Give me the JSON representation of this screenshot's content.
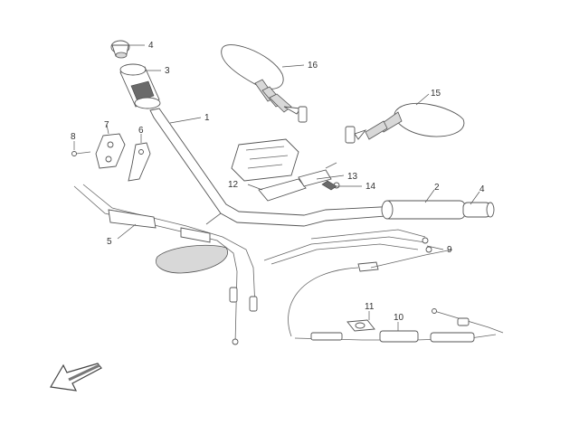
{
  "diagram": {
    "callouts": [
      "4",
      "3",
      "16",
      "1",
      "15",
      "7",
      "6",
      "8",
      "13",
      "12",
      "14",
      "2",
      "4",
      "5",
      "9",
      "11",
      "10"
    ],
    "direction_arrow_icon": "arrow-down-left-icon"
  }
}
